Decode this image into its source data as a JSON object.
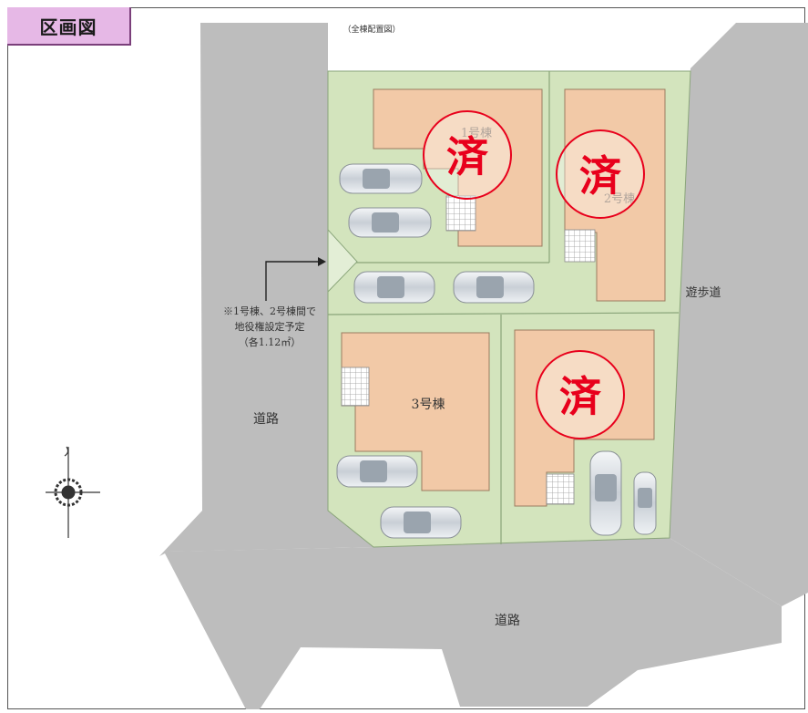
{
  "title": "区画図",
  "subtitle": "（全棟配置図）",
  "lots": [
    {
      "id": "lot-1",
      "label": "1号棟",
      "sold_mark": "済"
    },
    {
      "id": "lot-2",
      "label": "2号棟",
      "sold_mark": "済"
    },
    {
      "id": "lot-3",
      "label": "3号棟",
      "sold_mark": ""
    },
    {
      "id": "lot-4",
      "label": "",
      "sold_mark": "済"
    }
  ],
  "roads": {
    "west": "道路",
    "south": "道路",
    "east": "遊歩道"
  },
  "note": {
    "line1": "※1号棟、2号棟間で",
    "line2": "地役権設定予定",
    "line3": "（各1.12㎡）"
  },
  "colors": {
    "lot_green": "#d3e4bd",
    "house_beige": "#f2c9a7",
    "road_gray": "#bdbdbd",
    "sold_red": "#e8001c",
    "tab_purple": "#e6b8e6"
  }
}
